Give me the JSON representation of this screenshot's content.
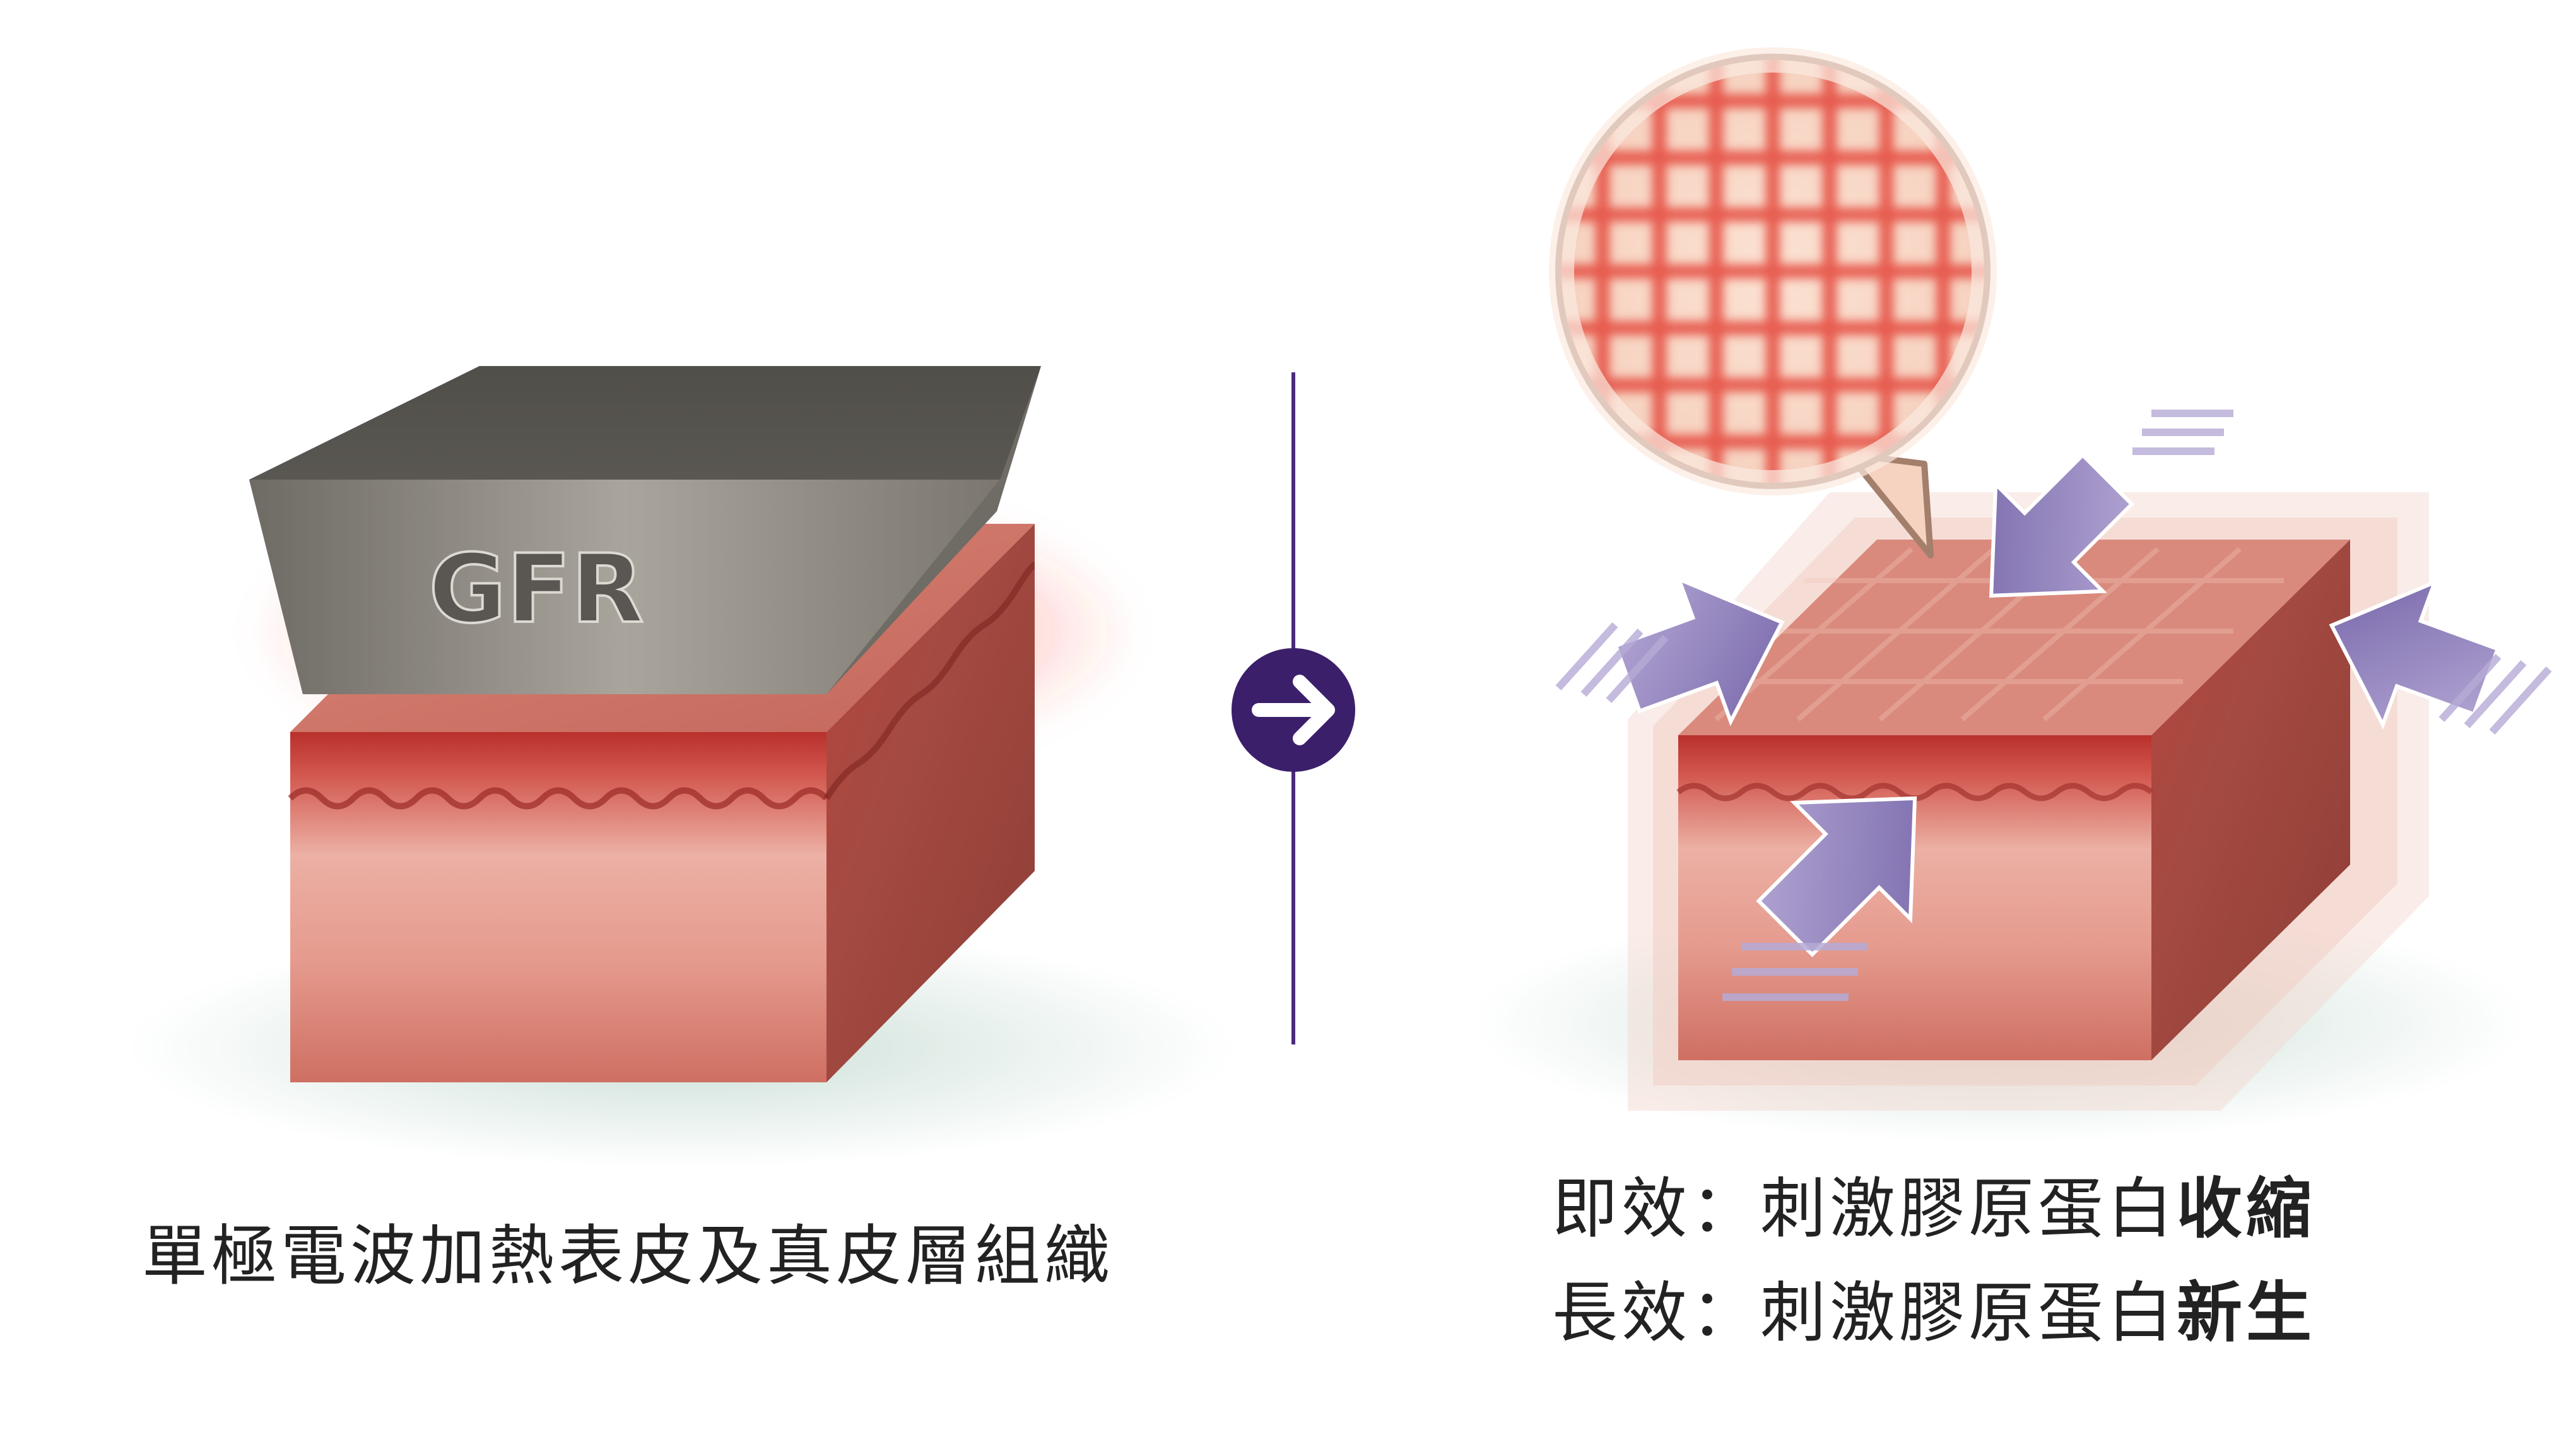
{
  "device_label": "GFR",
  "left_caption": "單極電波加熱表皮及真皮層組織",
  "right_caption_1": {
    "prefix": "即效：刺激膠原蛋白",
    "emphasis": "收縮"
  },
  "right_caption_2": {
    "prefix": "長效：刺激膠原蛋白",
    "emphasis": "新生"
  },
  "colors": {
    "divider": "#4b2a7a",
    "arrow_circle": "#3b1f6b",
    "compress_arrow": "#8a7ab8",
    "skin_top": "#d9746a",
    "skin_body": "#e3a196",
    "device_metal": "#8b8780"
  },
  "icons": {
    "next_step": "arrow-right-icon",
    "compression": "compression-arrow-icon"
  }
}
